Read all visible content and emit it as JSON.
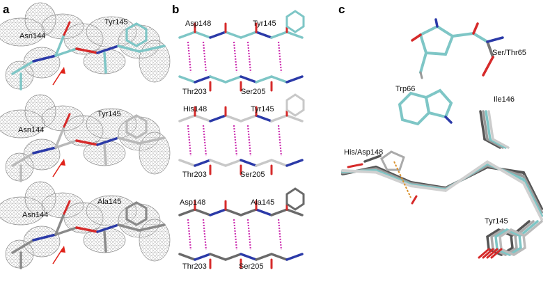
{
  "panels": {
    "a": {
      "letter": "a",
      "rows": [
        {
          "left_label": "Asn144",
          "right_label": "Tyr145"
        },
        {
          "left_label": "Asn144",
          "right_label": "Tyr145"
        },
        {
          "left_label": "Asn144",
          "right_label": "Ala145"
        }
      ]
    },
    "b": {
      "letter": "b",
      "rows": [
        {
          "top_left": "Asp148",
          "top_right": "Tyr145",
          "bottom_left": "Thr203",
          "bottom_right": "Ser205",
          "color": "#7ec6c6"
        },
        {
          "top_left": "His148",
          "top_right": "Tyr145",
          "bottom_left": "Thr203",
          "bottom_right": "Ser205",
          "color": "#c8c8c8"
        },
        {
          "top_left": "Asp148",
          "top_right": "Ala145",
          "bottom_left": "Thr203",
          "bottom_right": "Ser205",
          "color": "#6a6a6a"
        }
      ]
    },
    "c": {
      "letter": "c",
      "labels": {
        "ser_thr": "Ser/Thr65",
        "trp": "Trp66",
        "ile": "Ile146",
        "his_asp": "His/Asp148",
        "tyr": "Tyr145"
      }
    }
  },
  "colors": {
    "cyan": "#7ec6c6",
    "light_gray": "#c8c8c8",
    "dark_gray": "#666666",
    "nitrogen": "#2b3aa8",
    "oxygen": "#d62a2a",
    "hbond": "#cc2fb0",
    "orange_hbond": "#d9902a",
    "arrow": "#e0241b",
    "mesh": "#9a9a9a"
  }
}
